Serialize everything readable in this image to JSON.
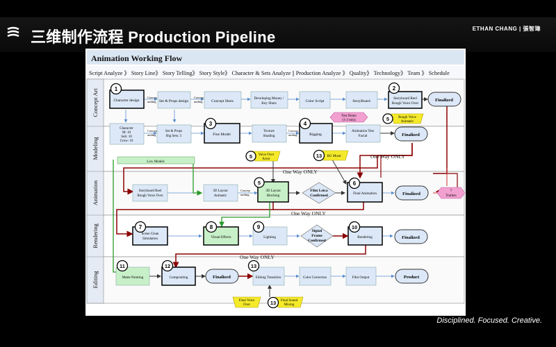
{
  "header": {
    "title": "三维制作流程 Production Pipeline",
    "author": "ETHAN CHANG | 張智瑋",
    "tagline": "Disciplined. Focused. Creative.",
    "logo_icon": "wave-logo-icon"
  },
  "diagram": {
    "title": "Animation Working Flow",
    "menu": "Script Analyze 》 Story Line》 Story Telling》 Story Style》 Character & Sets Analyze || Production Analyze 》 Quality》 Technology》 Team 》 Schedule",
    "lanes": [
      "Concept Art",
      "Modeling",
      "Animation",
      "Rendering",
      "Editing"
    ],
    "nodes": {
      "character_design": "Character design",
      "set_props_design": "Set & Props design",
      "concept_shots": "Concept Shots",
      "dev_money_key_shots_1": "Developing Money /",
      "dev_money_key_shots_2": "Key Shots",
      "color_script": "Color Script",
      "storyboard": "StoryBoard",
      "storyboard_reel_1": "Storyboard Reel",
      "storyboard_reel_2": "Rough Voice Over",
      "finalized": "Finalized",
      "test_demo_1": "Test Demo",
      "test_demo_2": "(1-2 min)",
      "rough_voice_1": "Rough Voice",
      "rough_voice_2": "Animatic",
      "character_count_1": "Character",
      "character_count_2": "M: 10",
      "character_count_3": "Sub: 10",
      "character_count_4": "Crow: 10",
      "set_props_count_1": "Set & Props",
      "set_props_count_2": "Big Sets: 3",
      "fine_model": "Fine Model",
      "texture_shading_1": "Texture",
      "texture_shading_2": "Shading",
      "rigging": "Rigging",
      "anim_test_1": "Animation Test",
      "anim_test_2": "Facial",
      "low_models": "Low Models",
      "voice_over_1": "Voice Over",
      "voice_over_2": "Actor",
      "bg_music": "BG Music",
      "sb_reel_rough_1": "Storyboard Reel",
      "sb_reel_rough_2": "Rough Voice Over",
      "layout_animatic_1": "3D Layout",
      "layout_animatic_2": "Animatic",
      "layout_blocking_1": "3D Layout",
      "layout_blocking_2": "Blocking",
      "film_leica_1": "Film Leica",
      "film_leica_2": "Confirmed",
      "final_animation": "Final Animation",
      "trailers_1": "7",
      "trailers_2": "Trailers",
      "scene_clean_1": "Scene Clean",
      "scene_clean_2": "Simulation",
      "visual_effects": "Visual Effects",
      "lighting": "Lighting",
      "signal_frame_1": "Signal",
      "signal_frame_2": "Frame",
      "signal_frame_3": "Confirmed",
      "rendering": "Rendering",
      "matte_painting": "Matte Painting",
      "compositing": "Compositing",
      "editing_transition": "Editing Transition",
      "color_correction": "Color Correction",
      "film_output": "Film Output",
      "product": "Product",
      "final_voice_1": "Final Voice",
      "final_voice_2": "Over",
      "final_sound_1": "Final Sound",
      "final_sound_2": "Mixing",
      "concept_label_1": "Concep",
      "concept_label_2": "unding"
    },
    "labels": {
      "one_way": "One Way ONLY"
    },
    "badges": [
      "1",
      "2",
      "3",
      "4",
      "5",
      "5",
      "13",
      "5",
      "6",
      "7",
      "8",
      "9",
      "10",
      "11",
      "12",
      "13",
      "13"
    ]
  }
}
